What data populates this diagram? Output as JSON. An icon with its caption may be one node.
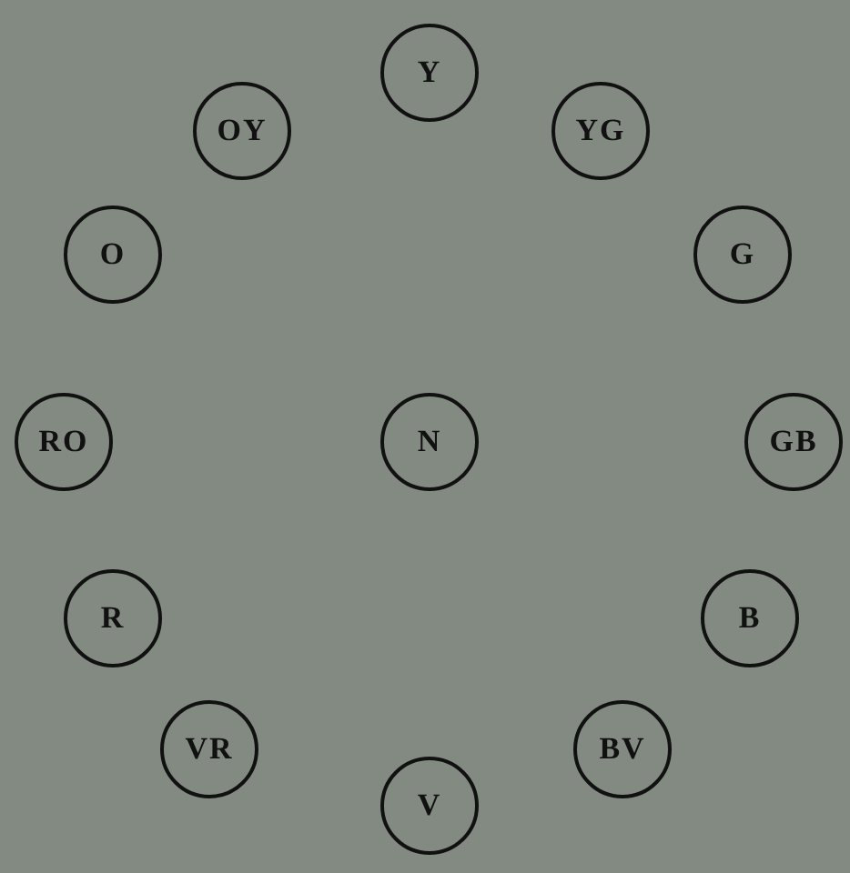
{
  "diagram": {
    "nodes": [
      {
        "text": [
          "Y"
        ]
      },
      {
        "text": [
          "OY"
        ]
      },
      {
        "text": [
          "YG"
        ]
      },
      {
        "text": [
          "O"
        ]
      },
      {
        "text": [
          "G"
        ]
      },
      {
        "text": [
          "RO"
        ]
      },
      {
        "text": [
          "N"
        ]
      },
      {
        "text": [
          "GB"
        ]
      },
      {
        "text": [
          "R"
        ]
      },
      {
        "text": [
          "B"
        ]
      },
      {
        "text": [
          "VR"
        ]
      },
      {
        "text": [
          "BV"
        ]
      },
      {
        "text": [
          "V"
        ]
      }
    ]
  }
}
